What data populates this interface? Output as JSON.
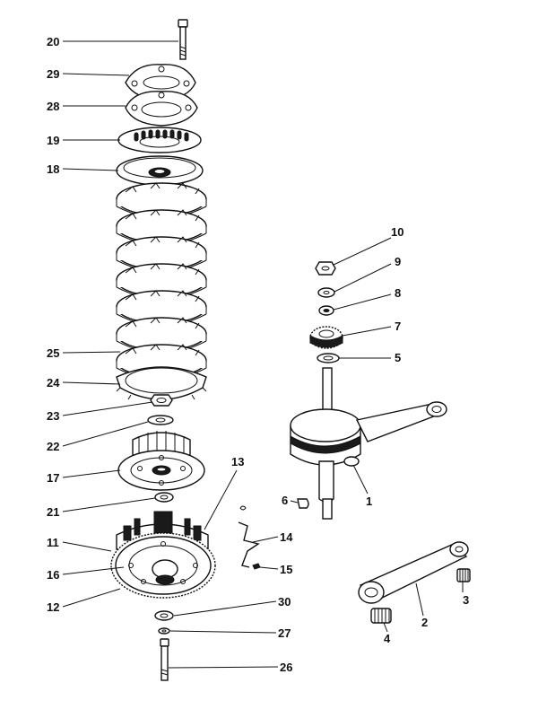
{
  "callouts": [
    {
      "id": "c20",
      "label": "20"
    },
    {
      "id": "c29",
      "label": "29"
    },
    {
      "id": "c28",
      "label": "28"
    },
    {
      "id": "c19",
      "label": "19"
    },
    {
      "id": "c18",
      "label": "18"
    },
    {
      "id": "c25",
      "label": "25"
    },
    {
      "id": "c24",
      "label": "24"
    },
    {
      "id": "c23",
      "label": "23"
    },
    {
      "id": "c22",
      "label": "22"
    },
    {
      "id": "c17",
      "label": "17"
    },
    {
      "id": "c21",
      "label": "21"
    },
    {
      "id": "c11",
      "label": "11"
    },
    {
      "id": "c16",
      "label": "16"
    },
    {
      "id": "c12",
      "label": "12"
    },
    {
      "id": "c13",
      "label": "13"
    },
    {
      "id": "c14",
      "label": "14"
    },
    {
      "id": "c15",
      "label": "15"
    },
    {
      "id": "c30",
      "label": "30"
    },
    {
      "id": "c27",
      "label": "27"
    },
    {
      "id": "c26",
      "label": "26"
    },
    {
      "id": "c10",
      "label": "10"
    },
    {
      "id": "c9",
      "label": "9"
    },
    {
      "id": "c8",
      "label": "8"
    },
    {
      "id": "c7",
      "label": "7"
    },
    {
      "id": "c5",
      "label": "5"
    },
    {
      "id": "c6",
      "label": "6"
    },
    {
      "id": "c1",
      "label": "1"
    },
    {
      "id": "c3",
      "label": "3"
    },
    {
      "id": "c2",
      "label": "2"
    },
    {
      "id": "c4",
      "label": "4"
    }
  ]
}
